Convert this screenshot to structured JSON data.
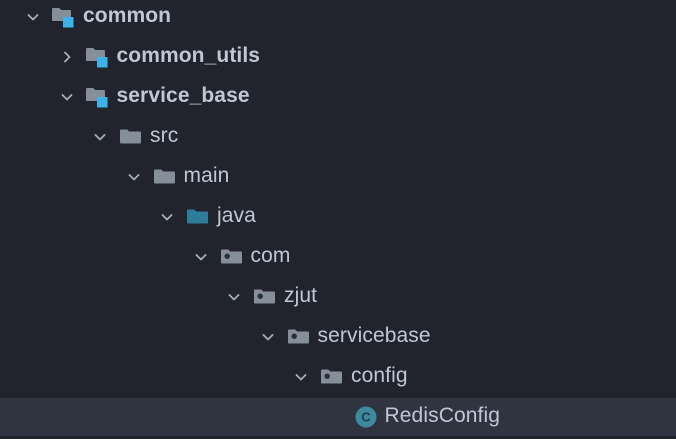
{
  "theme": {
    "background": "#21242c",
    "selected_row_background": "#2f3440",
    "text_color": "#bfc7d5",
    "chevron_color": "#a3abb8",
    "folder_gray": "#868e99",
    "module_badge_blue": "#3bb3e8",
    "source_root_teal": "#2d7d9a",
    "class_icon_teal": "#3d8a9e",
    "package_dot": "#2b2f38"
  },
  "tree": {
    "name": "project-tree",
    "rows": [
      {
        "label": "common",
        "icon": "module-folder-icon",
        "toggle": "chevron-down-icon",
        "expanded": true,
        "bold": true,
        "depth": 0,
        "selected": false
      },
      {
        "label": "common_utils",
        "icon": "module-folder-icon",
        "toggle": "chevron-right-icon",
        "expanded": false,
        "bold": true,
        "depth": 1,
        "selected": false
      },
      {
        "label": "service_base",
        "icon": "module-folder-icon",
        "toggle": "chevron-down-icon",
        "expanded": true,
        "bold": true,
        "depth": 1,
        "selected": false
      },
      {
        "label": "src",
        "icon": "folder-icon",
        "toggle": "chevron-down-icon",
        "expanded": true,
        "bold": false,
        "depth": 2,
        "selected": false
      },
      {
        "label": "main",
        "icon": "folder-icon",
        "toggle": "chevron-down-icon",
        "expanded": true,
        "bold": false,
        "depth": 3,
        "selected": false
      },
      {
        "label": "java",
        "icon": "source-root-folder-icon",
        "toggle": "chevron-down-icon",
        "expanded": true,
        "bold": false,
        "depth": 4,
        "selected": false
      },
      {
        "label": "com",
        "icon": "package-folder-icon",
        "toggle": "chevron-down-icon",
        "expanded": true,
        "bold": false,
        "depth": 5,
        "selected": false
      },
      {
        "label": "zjut",
        "icon": "package-folder-icon",
        "toggle": "chevron-down-icon",
        "expanded": true,
        "bold": false,
        "depth": 6,
        "selected": false
      },
      {
        "label": "servicebase",
        "icon": "package-folder-icon",
        "toggle": "chevron-down-icon",
        "expanded": true,
        "bold": false,
        "depth": 7,
        "selected": false
      },
      {
        "label": "config",
        "icon": "package-folder-icon",
        "toggle": "chevron-down-icon",
        "expanded": true,
        "bold": false,
        "depth": 8,
        "selected": false
      },
      {
        "label": "RedisConfig",
        "icon": "java-class-icon",
        "toggle": "none",
        "expanded": false,
        "bold": false,
        "depth": 9,
        "selected": true
      }
    ]
  }
}
